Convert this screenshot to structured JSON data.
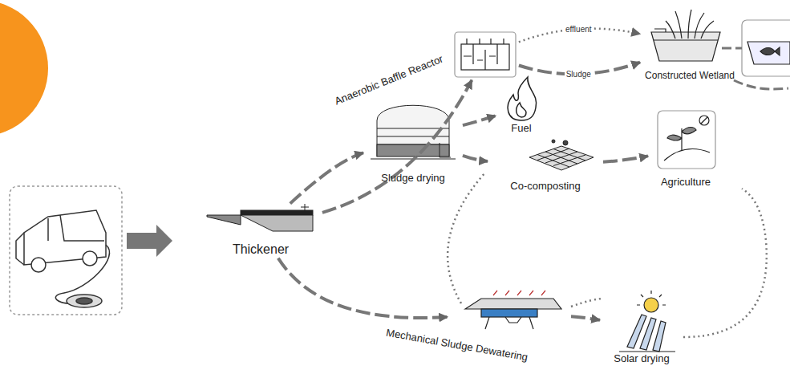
{
  "diagram": {
    "nodes": [
      {
        "text": [
          "Thickener"
        ]
      },
      {
        "text": [
          "Anaerobic Baffle Reactor"
        ]
      },
      {
        "text": [
          "Constructed Wetland"
        ]
      },
      {
        "text": [
          "Sludge drying"
        ]
      },
      {
        "text": [
          "Fuel"
        ]
      },
      {
        "text": [
          "Co-composting"
        ]
      },
      {
        "text": [
          "Agriculture"
        ]
      },
      {
        "text": [
          "Mechanical Sludge Dewatering"
        ]
      },
      {
        "text": [
          "Solar drying"
        ]
      }
    ],
    "edges": [
      {
        "from": 0,
        "to": 1,
        "arrow": "to"
      },
      {
        "from": 0,
        "to": 3,
        "arrow": "to"
      },
      {
        "from": 0,
        "to": 7,
        "arrow": "to"
      },
      {
        "from": 1,
        "to": 2,
        "label": "effluent",
        "arrow": "to"
      },
      {
        "from": 1,
        "to": 2,
        "label": "Sludge",
        "arrow": "to"
      },
      {
        "from": 3,
        "to": 4,
        "arrow": "to"
      },
      {
        "from": 3,
        "to": 5,
        "arrow": "to"
      },
      {
        "from": 5,
        "to": 6,
        "arrow": "to"
      },
      {
        "from": 7,
        "to": 8,
        "arrow": "to"
      }
    ]
  }
}
